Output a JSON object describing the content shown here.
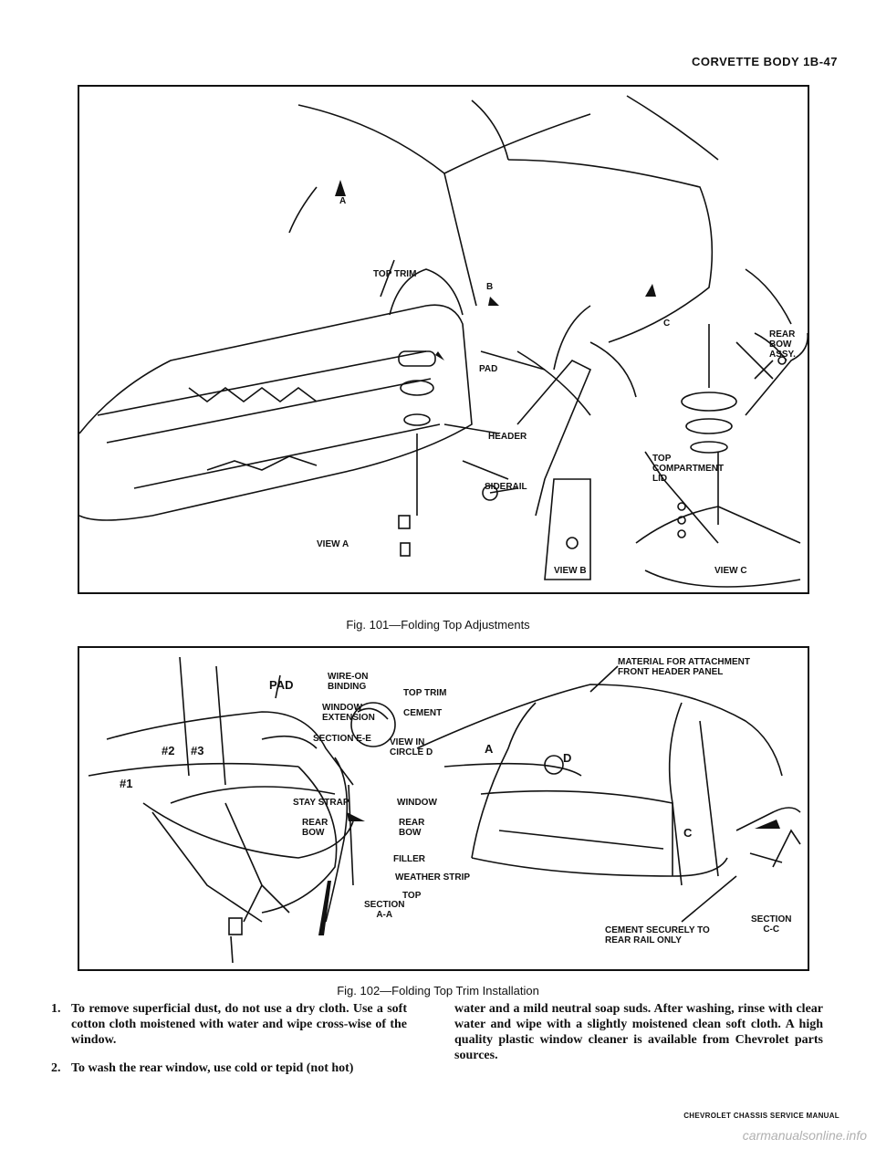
{
  "page": {
    "header": "CORVETTE BODY 1B-47",
    "footer": "CHEVROLET CHASSIS SERVICE MANUAL",
    "watermark": "carmanualsonline.info"
  },
  "figure1": {
    "caption": "Fig. 101—Folding Top Adjustments",
    "labels": {
      "a": "A",
      "top_trim": "TOP TRIM",
      "pad": "PAD",
      "header": "HEADER",
      "siderail": "SIDERAIL",
      "view_a": "VIEW A",
      "b": "B",
      "c": "C",
      "rear_bow_assy": "REAR\nBOW\nASSY.",
      "top_compartment_lid": "TOP\nCOMPARTMENT\nLID",
      "view_b": "VIEW B",
      "view_c": "VIEW C"
    }
  },
  "figure2": {
    "caption": "Fig. 102—Folding Top Trim Installation",
    "labels": {
      "pad": "PAD",
      "n2": "#2",
      "n3": "#3",
      "n1": "#1",
      "wire_on_binding": "WIRE-ON\nBINDING",
      "window_extension": "WINDOW\nEXTENSION",
      "section_ee": "SECTION E-E",
      "top_trim": "TOP TRIM",
      "cement": "CEMENT",
      "view_in_circle_d": "VIEW IN\nCIRCLE D",
      "stay_strap": "STAY STRAP",
      "window": "WINDOW",
      "rear_bow_left": "REAR\nBOW",
      "rear_bow_center": "REAR\nBOW",
      "filler": "FILLER",
      "weather_strip": "WEATHER STRIP",
      "section_aa": "SECTION\nA-A",
      "top": "TOP",
      "material": "MATERIAL FOR ATTACHMENT\nFRONT HEADER PANEL",
      "a": "A",
      "d": "D",
      "c": "C",
      "cement_securely": "CEMENT SECURELY TO\nREAR RAIL ONLY",
      "section_cc": "SECTION\nC-C"
    }
  },
  "text": {
    "item1_num": "1.",
    "item1": "To remove superficial dust, do not use a dry cloth. Use a soft cotton cloth moistened with water and wipe cross-wise of the window.",
    "item2_num": "2.",
    "item2": "To wash the rear window, use cold or tepid (not hot)",
    "continued": "water and a mild neutral soap suds. After washing, rinse with clear water and wipe with a slightly moistened clean soft cloth. A high quality plastic window cleaner is available from Chevrolet parts sources."
  }
}
